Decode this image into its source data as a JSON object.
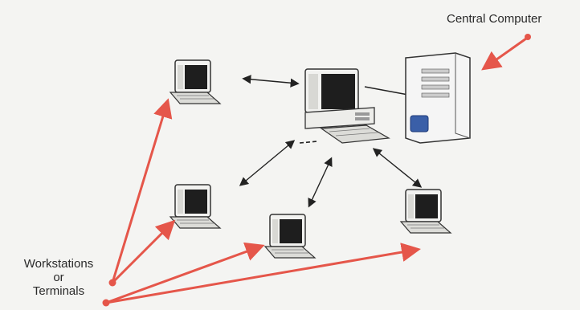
{
  "labels": {
    "central_computer": "Central Computer",
    "workstations_line1": "Workstations",
    "workstations_line2": "or",
    "workstations_line3": "Terminals"
  },
  "colors": {
    "background": "#f4f4f2",
    "connector_arrow": "#222222",
    "pointer_arrow": "#e5564a",
    "monitor_screen": "#1e1e1e",
    "monitor_body": "#f2f2f0",
    "server_body": "#f5f5f5",
    "server_badge": "#3a5fa8"
  },
  "icons": {
    "central_computer": "server-tower-icon",
    "hub": "desktop-computer-icon",
    "terminal": "workstation-terminal-icon"
  }
}
